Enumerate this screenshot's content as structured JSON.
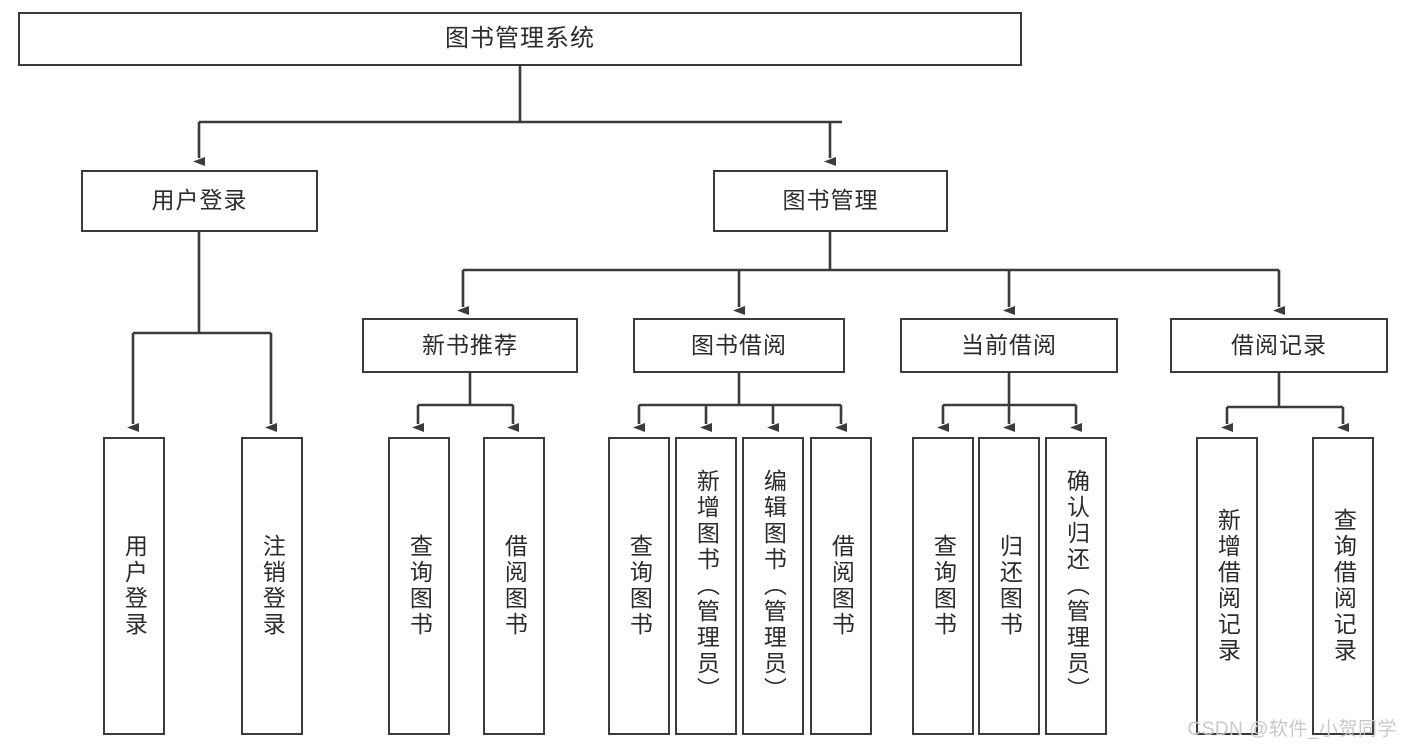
{
  "diagram": {
    "title": "图书管理系统",
    "type": "tree",
    "colors": {
      "line": "#3b3b3b",
      "box_border": "#3b3b3b",
      "box_fill": "#ffffff",
      "text": "#2b2b2b",
      "watermark": "#c9c9c9",
      "background": "#ffffff"
    },
    "root": {
      "label": "图书管理系统"
    },
    "level2": [
      {
        "label": "用户登录"
      },
      {
        "label": "图书管理"
      }
    ],
    "level3": [
      {
        "label": "新书推荐"
      },
      {
        "label": "图书借阅"
      },
      {
        "label": "当前借阅"
      },
      {
        "label": "借阅记录"
      }
    ],
    "leaves": {
      "user_login": [
        {
          "label": "用户登录"
        },
        {
          "label": "注销登录"
        }
      ],
      "new_book_recommend": [
        {
          "label": "查询图书"
        },
        {
          "label": "借阅图书"
        }
      ],
      "book_borrow": [
        {
          "label": "查询图书"
        },
        {
          "label": "新增图书（管理员）"
        },
        {
          "label": "编辑图书（管理员）"
        },
        {
          "label": "借阅图书"
        }
      ],
      "current_borrow": [
        {
          "label": "查询图书"
        },
        {
          "label": "归还图书"
        },
        {
          "label": "确认归还（管理员）"
        }
      ],
      "borrow_record": [
        {
          "label": "新增借阅记录"
        },
        {
          "label": "查询借阅记录"
        }
      ]
    }
  },
  "watermark": {
    "text": "CSDN @软件_小贺同学"
  }
}
